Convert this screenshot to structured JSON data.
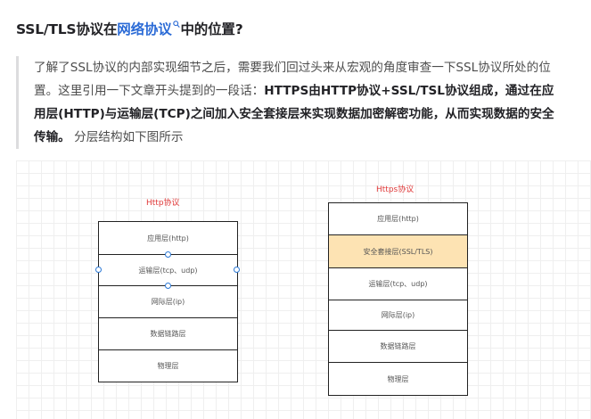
{
  "heading": {
    "prefix": "SSL/TLS协议在",
    "link": "网络协议",
    "suffix": "中的位置?"
  },
  "quote": {
    "line1": "了解了SSL协议的内部实现细节之后，需要我们回过头来从宏观的角度审查一下SSL协议所处的位",
    "line2_normal": "置。这里引用一下文章开头提到的一段话：",
    "line2_bold": "HTTPS由HTTP协议+SSL/TSL协议组成，通过在应",
    "line3_bold": "用层(HTTP)与运输层(TCP)之间加入安全套接层来实现数据加密解密功能，从而实现数据的安全",
    "line4_bold": "传输。",
    "line4_normal": " 分层结构如下图所示"
  },
  "diagram": {
    "http": {
      "title": "Http协议",
      "layers": [
        "应用层(http)",
        "运输层(tcp、udp)",
        "网际层(ip)",
        "数据链路层",
        "物理层"
      ]
    },
    "https": {
      "title": "Https协议",
      "layers": [
        "应用层(http)",
        "安全套接层(SSL/TLS)",
        "运输层(tcp、udp)",
        "网际层(ip)",
        "数据链路层",
        "物理层"
      ]
    },
    "colors": {
      "title_red": "#e03a3a",
      "highlight": "#fde3b3",
      "link_blue": "#2b6bd6",
      "handle_blue": "#2c79d6"
    }
  }
}
